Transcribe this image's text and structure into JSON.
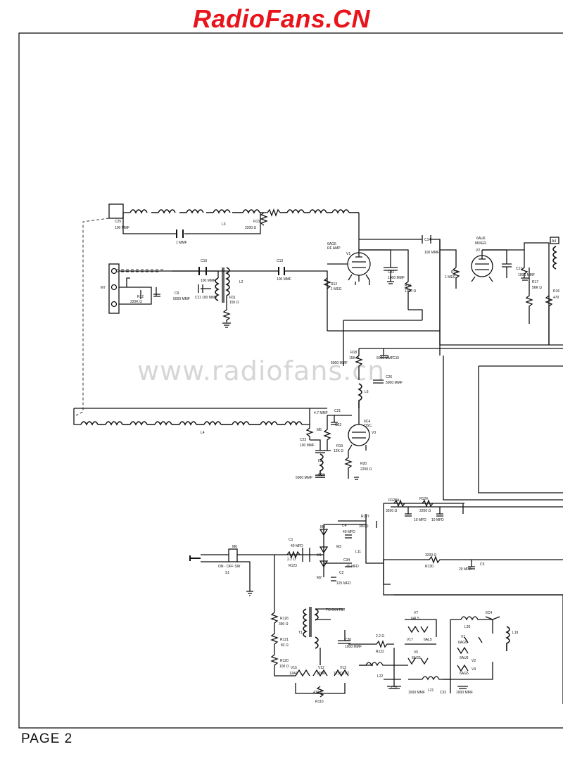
{
  "header": {
    "brand": "RadioFans.CN"
  },
  "watermark": "www.radiofans.cn",
  "footer": {
    "page_label": "PAGE  2"
  },
  "labels": {
    "v1_type": "6AG5",
    "v1_func": "RF AMP",
    "v1": "V1",
    "v2_type": "6AU6",
    "v2_func": "MIXER",
    "v2": "V2",
    "v3_type": "6C4",
    "v3_func": "OSC.",
    "v3": "V3",
    "c25": "C25",
    "c25_val": "100 MMF",
    "l3": "L3",
    "r13": "R13",
    "r13_val": "2200 Ω",
    "c_1mmf": "1 MMF",
    "c10": "C10",
    "c10_val": "100 MMF",
    "c13": "C13",
    "c13_val": "100 MMF",
    "c14": "C14",
    "c14_val": "100 MMF",
    "c11": "C11",
    "c11_val": "100 MMF",
    "c9": "C9",
    "c9_val": "5000 MMF",
    "r12a": "R12",
    "r12a_val": "220K Ω",
    "r11": "R11",
    "r11_val": "150 Ω",
    "l2": "L2",
    "m7": "M7",
    "r12": "R12",
    "r12_val": "1 MEG",
    "c33": "C33",
    "c33_val": "1000 MMF",
    "r14": "R14",
    "r14_val": "1200 Ω",
    "r15": "R15",
    "r15_val": "1 MEG",
    "c17": "C17",
    "c17_val": "1000 MMF",
    "r17": "R17",
    "r17_val": "56K Ω",
    "r16": "R16",
    "r16_val": "470",
    "a4": "A4",
    "r18": "R18",
    "r18_val": "15K Ω",
    "c15": "C15",
    "c15_val": "5000 MMF",
    "c_5000b": "5000 MMF",
    "c26": "C26",
    "c26_val": "5000 MMF",
    "l6": "L6",
    "l4": "L4",
    "c21": "C21",
    "c21_val": "4.7 MMF",
    "m5": "M5",
    "c22": "C22",
    "c23": "C23",
    "c23_val": "100 MMF",
    "r19": "R19",
    "r19_val": "12K Ω",
    "l5": "L5",
    "r20": "R20",
    "r20_val": "2200 Ω",
    "c24": "C24",
    "c24_val": "5000 MMF",
    "r128a": "R128A",
    "r128a_val": "3200 Ω",
    "r124": "R124",
    "r124_val": "2200 Ω",
    "c_10a": "10 MFD",
    "c_10b": "10 MFD",
    "r127": "R127",
    "r127_val": "390 Ω",
    "m4": "M4",
    "c4": "C4",
    "c4_val": "40 MFD",
    "c1": "C1",
    "c1_val": "40 MFD",
    "m3": "M3",
    "l11": "L11",
    "c34": "C34",
    "c34_val": "40 MFD",
    "m6": "M6",
    "r123": "R123",
    "r123_val": "2.2 Ω",
    "switch": "ON - OFF SW",
    "s1": "S1",
    "m1": "M1",
    "m2": "M2",
    "c2": "C2",
    "c2_val": "125 MFD",
    "r130": "R130",
    "r130_val": "3200 Ω",
    "c5": "C5",
    "c5_val": "20 MFD",
    "r126": "R126",
    "r126_val": "390 Ω",
    "r121": "R121",
    "r121_val": "82 Ω",
    "r120": "R120",
    "r120_val": "100 Ω",
    "t1": "T1",
    "to_pl": "TO 6X4 FIL.",
    "c30": "C30",
    "c30_val": "1000 MMF",
    "r122": "R122",
    "r122_val": "2.2 Ω",
    "l22": "L22",
    "l21": "L21",
    "v7": "V7",
    "v7_type": "6AL5",
    "v17": "V17",
    "v17_type": "6AL5",
    "v5": "V5",
    "v5_type": "6AG5",
    "v15": "V15",
    "v15_type": "12A6",
    "v12": "V12",
    "v12_type": "12H6",
    "v13": "V13",
    "v13_type": "12SQ7GT",
    "r110": "R110",
    "r110_val": "470 Ω",
    "c31": "C31",
    "c31_val": "1000 MMF",
    "c32": "C32",
    "c32_val": "1000 MMF",
    "l20": "L20",
    "v3b_type": "6C4",
    "v1b": "V1",
    "v1b_type": "6AG5",
    "v2b": "V2",
    "v2b_type": "6AU6",
    "v4b": "V4",
    "v4b_type": "6AG5",
    "l19": "L19"
  }
}
